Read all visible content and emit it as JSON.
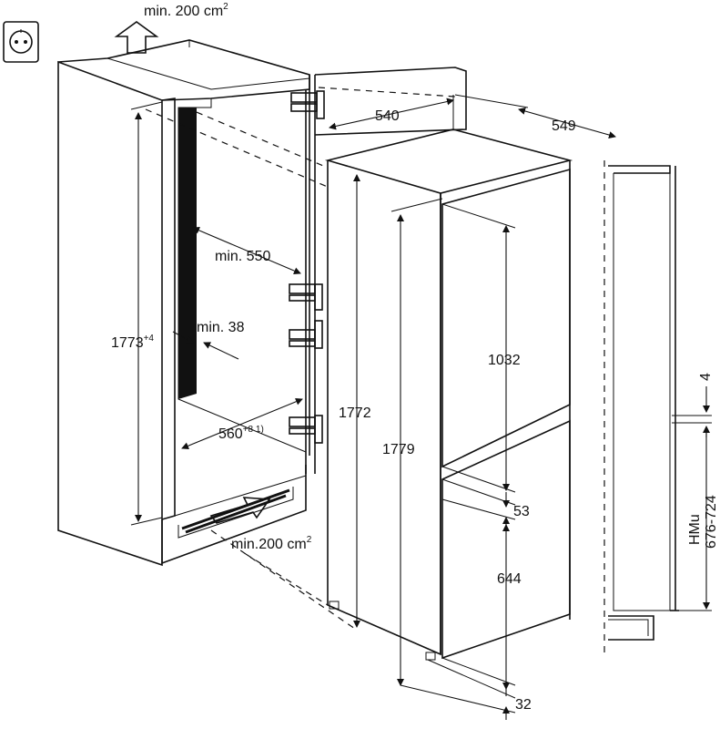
{
  "labels": {
    "vent_top": "min. 200 cm",
    "vent_top_sup": "2",
    "vent_bottom": "min.200 cm",
    "vent_bottom_sup": "2",
    "depth_540": "540",
    "depth_549": "549",
    "min_550": "min. 550",
    "min_38": "min. 38",
    "niche_height": "1773",
    "niche_height_sup": "+4",
    "width_560": "560",
    "width_560_sup": "+8 1)",
    "height_1772": "1772",
    "height_1779": "1779",
    "door_1032": "1032",
    "gap_53": "53",
    "door_644": "644",
    "bottom_32": "32",
    "side_4": "4",
    "hmu_title": "HMu",
    "hmu_range": "676-724"
  },
  "icons": [
    "socket-icon",
    "airflow-up-arrow-icon",
    "airflow-in-arrow-icon"
  ]
}
